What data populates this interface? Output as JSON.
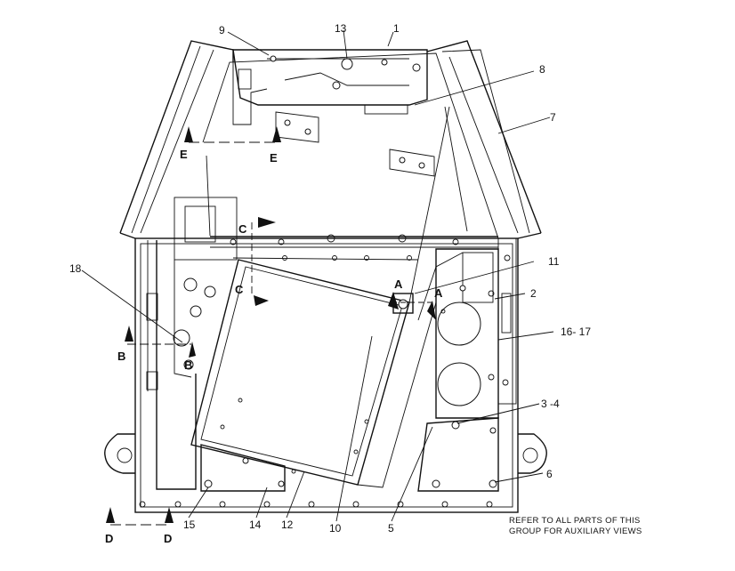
{
  "callouts": {
    "c1": "1",
    "c2": "2",
    "c3_4": "3 -4",
    "c5": "5",
    "c6": "6",
    "c7": "7",
    "c8": "8",
    "c9": "9",
    "c10": "10",
    "c11": "11",
    "c12": "12",
    "c13": "13",
    "c14": "14",
    "c15": "15",
    "c16_17": "16- 17",
    "c18": "18"
  },
  "view_markers": {
    "A": "A",
    "B": "B",
    "C": "C",
    "D": "D",
    "E": "E"
  },
  "note": {
    "line1": "REFER TO ALL PARTS OF THIS",
    "line2": "GROUP FOR AUXILIARY VIEWS"
  }
}
